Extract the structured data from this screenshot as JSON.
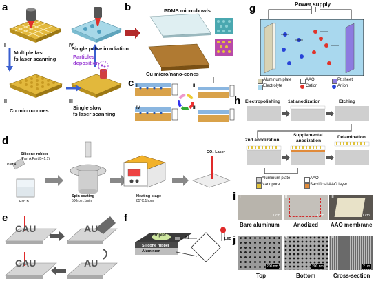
{
  "panel_letters": [
    "a",
    "b",
    "c",
    "d",
    "e",
    "f",
    "g",
    "h",
    "i",
    "j"
  ],
  "a": {
    "roman": [
      "I",
      "II",
      "III",
      "IV"
    ],
    "step_I": "Multiple fast\nfs laser scanning",
    "step_I_l1": "Multiple fast",
    "step_I_l2": "fs laser scanning",
    "label_II": "Cu micro-cones",
    "label_III_l1": "Single slow",
    "label_III_l2": "fs laser scanning",
    "label_IV": "Single pulse irradiation",
    "particles_l1": "Particles",
    "particles_l2": "deposition",
    "colors": {
      "substrate": "#d9b23a",
      "arrow": "#3a5fd0",
      "particles": "#9b3fd4"
    }
  },
  "b": {
    "top": "PDMS micro-bowls",
    "bottom": "Cu micro/nano-cones"
  },
  "c": {
    "roman": [
      "I",
      "II",
      "III",
      "IV"
    ]
  },
  "d": {
    "silicone_l1": "Silicone rubber",
    "silicone_l2": "(Part A:Part B=1:1)",
    "partA": "Part A",
    "partB": "Part B",
    "spin_l1": "Spin coating",
    "spin_l2": "500rpm,1min",
    "heat_l1": "Heating stage",
    "heat_l2": "85°C,1hour",
    "laser": "CO₂ Laser"
  },
  "e": {
    "tiles": [
      "CAU",
      "AU",
      "CAU",
      "AU"
    ]
  },
  "f": {
    "droplet": "Droplet",
    "al": "Al",
    "silicone": "Silicone rubber",
    "aluminum": "Aluminum",
    "led": "LED"
  },
  "g": {
    "power": "Power supply",
    "legend": [
      {
        "label": "Aluminum plate",
        "color": "#d7d2b4"
      },
      {
        "label": "AAO",
        "color": "#ffffff"
      },
      {
        "label": "Pt sheet",
        "color": "#8d7be0"
      },
      {
        "label": "Electrolyte",
        "color": "#a9d8ee"
      },
      {
        "label": "Cation",
        "color": "#e0332a"
      },
      {
        "label": "Anion",
        "color": "#2844d8"
      }
    ]
  },
  "h": {
    "row1": [
      "Electropolishing",
      "1st anodization",
      "Etching"
    ],
    "row1_sup": "st",
    "row2_a": "2nd anodization",
    "row2_b_l1": "Supplemental",
    "row2_b_l2": "anodization",
    "row2_c": "Delamination",
    "legend": [
      {
        "label": "Aluminum plate",
        "color": "#cfcfcf"
      },
      {
        "label": "AAO",
        "color": "#ffffff"
      },
      {
        "label": "Nanopore",
        "color": "#e0c23a"
      },
      {
        "label": "Sacrificial AAO layer",
        "color": "#e08a3a"
      }
    ]
  },
  "i": {
    "roman": [
      "i",
      "ii",
      "iii"
    ],
    "captions": [
      "Bare aluminum",
      "Anodized",
      "AAO membrane"
    ],
    "scales": [
      "1 cm",
      "1 cm",
      "1 cm"
    ]
  },
  "j": {
    "roman": [
      "i",
      "ii",
      "iii"
    ],
    "captions": [
      "Top",
      "Bottom",
      "Cross-section"
    ],
    "scales": [
      "200 nm",
      "200 nm",
      "2 μm"
    ]
  }
}
